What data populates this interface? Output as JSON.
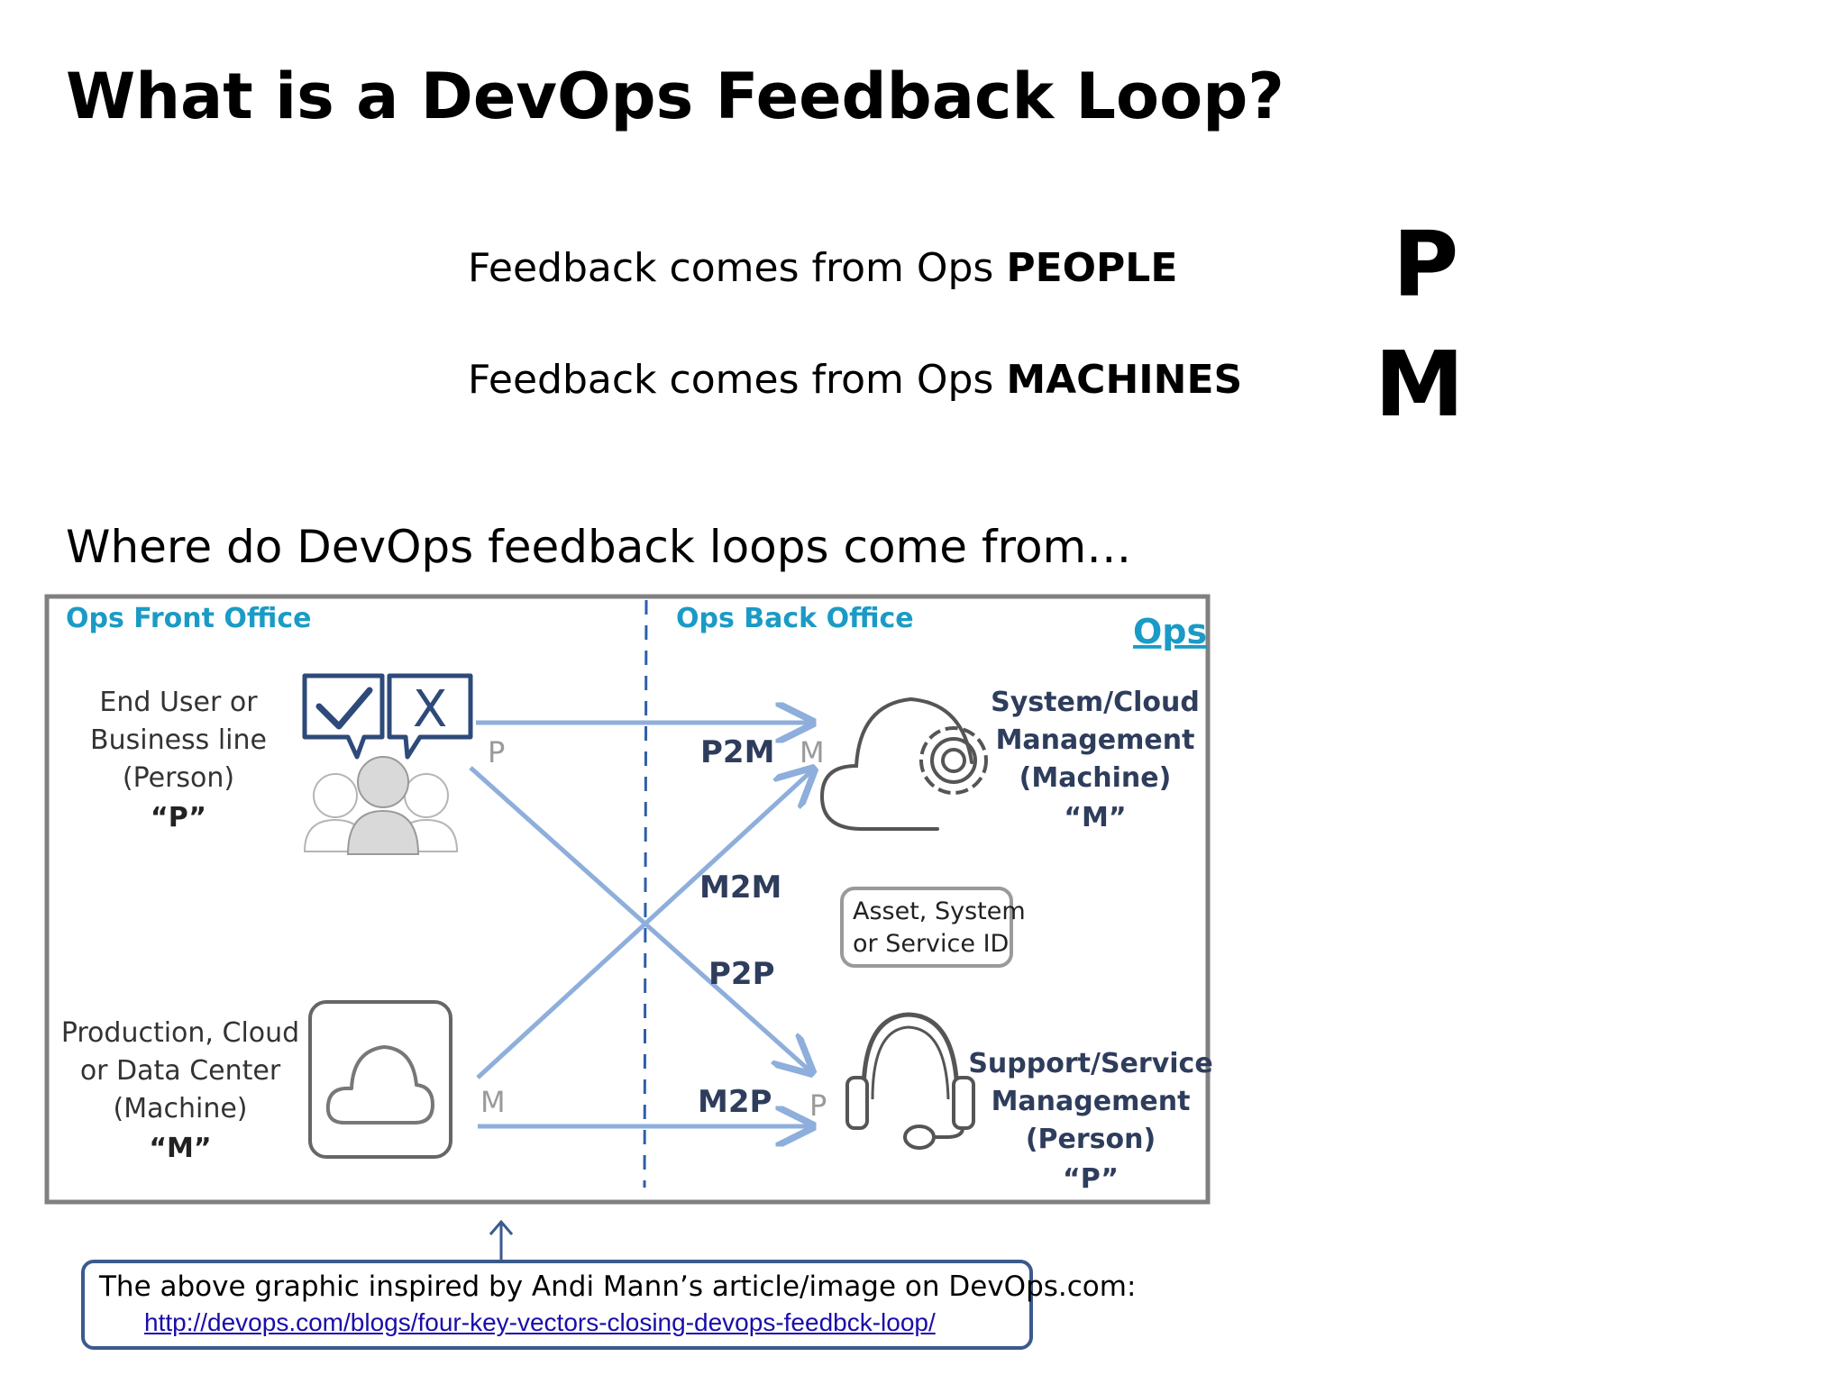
{
  "title": "What is a DevOps Feedback Loop?",
  "feedback": {
    "people_prefix": "Feedback comes from Ops ",
    "people_bold": "PEOPLE",
    "machines_prefix": "Feedback comes from Ops ",
    "machines_bold": "MACHINES",
    "letter_p": "P",
    "letter_m": "M"
  },
  "subtitle": "Where do DevOps feedback loops come from…",
  "diagram": {
    "front_office": "Ops Front Office",
    "back_office": "Ops Back Office",
    "ops": "Ops",
    "end_user": [
      "End User or",
      "Business line",
      "(Person)",
      "“P”"
    ],
    "production": [
      "Production, Cloud",
      "or Data Center",
      "(Machine)",
      "“M”"
    ],
    "system_cloud": [
      "System/Cloud",
      "Management",
      "(Machine)",
      "“M”"
    ],
    "support": [
      "Support/Service",
      "Management",
      "(Person)",
      "“P”"
    ],
    "asset_box": [
      "Asset, System",
      "or Service ID"
    ],
    "vectors": {
      "p2m": "P2M",
      "m2m": "M2M",
      "p2p": "P2P",
      "m2p": "M2P"
    },
    "markers": {
      "p_left": "P",
      "m_right": "M",
      "m_left": "M",
      "p_right": "P"
    },
    "x_mark": "X",
    "colors": {
      "border": "#808080",
      "cyan": "#1a9bc6",
      "navy": "#2e3d5c",
      "arrow": "#8eaedb",
      "divider": "#2e5fa8"
    }
  },
  "credit": {
    "text": "The above graphic inspired by Andi Mann’s article/image on DevOps.com:",
    "link": "http://devops.com/blogs/four-key-vectors-closing-devops-feedbck-loop/"
  }
}
